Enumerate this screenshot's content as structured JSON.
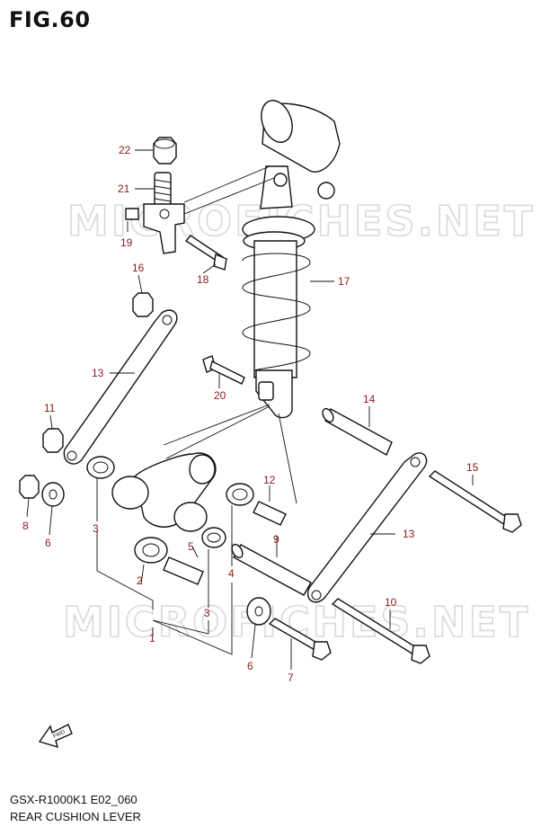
{
  "figure": {
    "title": "FIG.60"
  },
  "watermark": {
    "text": "MICROFICHES.NET"
  },
  "callouts": [
    {
      "id": "c22",
      "num": "22"
    },
    {
      "id": "c21",
      "num": "21"
    },
    {
      "id": "c19",
      "num": "19"
    },
    {
      "id": "c18",
      "num": "18"
    },
    {
      "id": "c17",
      "num": "17"
    },
    {
      "id": "c16",
      "num": "16"
    },
    {
      "id": "c13a",
      "num": "13"
    },
    {
      "id": "c20",
      "num": "20"
    },
    {
      "id": "c14",
      "num": "14"
    },
    {
      "id": "c11",
      "num": "11"
    },
    {
      "id": "c15",
      "num": "15"
    },
    {
      "id": "c12",
      "num": "12"
    },
    {
      "id": "c8",
      "num": "8"
    },
    {
      "id": "c6a",
      "num": "6"
    },
    {
      "id": "c3a",
      "num": "3"
    },
    {
      "id": "c9",
      "num": "9"
    },
    {
      "id": "c13b",
      "num": "13"
    },
    {
      "id": "c5",
      "num": "5"
    },
    {
      "id": "c4",
      "num": "4"
    },
    {
      "id": "c2",
      "num": "2"
    },
    {
      "id": "c10",
      "num": "10"
    },
    {
      "id": "c3b",
      "num": "3"
    },
    {
      "id": "c1",
      "num": "1"
    },
    {
      "id": "c6b",
      "num": "6"
    },
    {
      "id": "c7",
      "num": "7"
    }
  ],
  "fwd_arrow": {
    "text": "FWD"
  },
  "footer": {
    "model_code": "GSX-R1000K1 E02_060",
    "section": "REAR CUSHION LEVER"
  }
}
